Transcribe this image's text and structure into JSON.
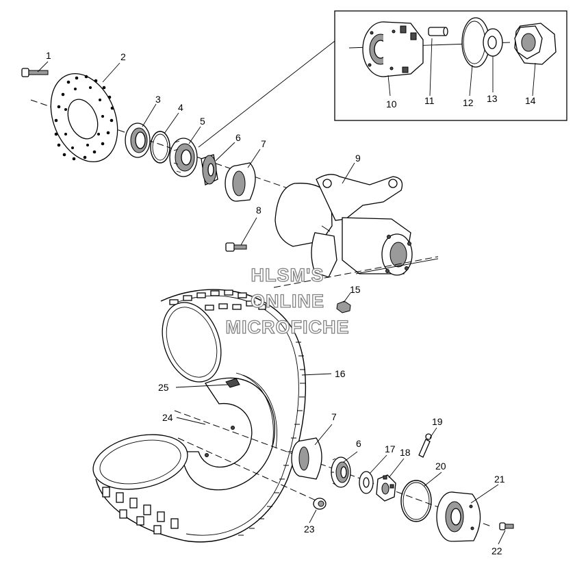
{
  "watermark": {
    "line1": "HLSM'S",
    "line2": "ONLINE",
    "line3": "MICROFICHE"
  },
  "callouts": {
    "p1": "1",
    "p2": "2",
    "p3": "3",
    "p4": "4",
    "p5": "5",
    "p6a": "6",
    "p7a": "7",
    "p8": "8",
    "p9": "9",
    "p10": "10",
    "p11": "11",
    "p12": "12",
    "p13": "13",
    "p14": "14",
    "p15": "15",
    "p16": "16",
    "p6b": "6",
    "p7b": "7",
    "p17": "17",
    "p18": "18",
    "p19": "19",
    "p20": "20",
    "p21": "21",
    "p22": "22",
    "p23": "23",
    "p24": "24",
    "p25": "25"
  }
}
